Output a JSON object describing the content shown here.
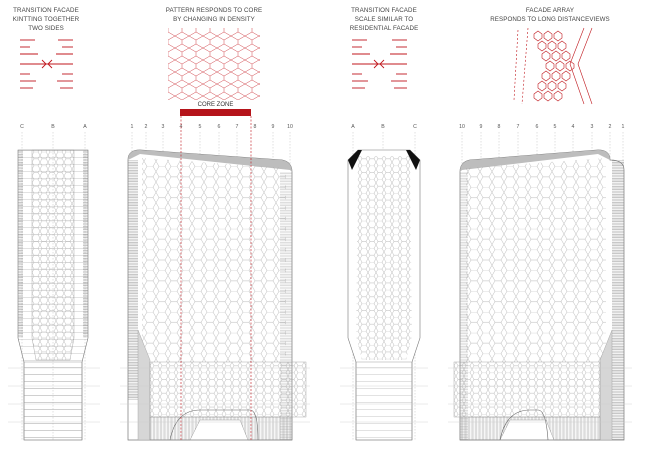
{
  "captions": {
    "c1": [
      "TRANSITION FACADE",
      "KINTTING TOGETHER",
      "TWO SIDES"
    ],
    "c2": [
      "PATTERN RESPONDS TO CORE",
      "BY CHANGING IN DENSITY"
    ],
    "c3": [
      "TRANSITION FACADE",
      "SCALE SIMILAR TO",
      "RESIDENTIAL FACADE"
    ],
    "c4": [
      "FACADE ARRAY",
      "RESPONDS TO LONG DISTANCEVIEWS"
    ]
  },
  "core_zone_label": "CORE ZONE",
  "grids": {
    "e1": [
      "C",
      "B",
      "A"
    ],
    "e2": [
      "1",
      "2",
      "3",
      "4",
      "5",
      "6",
      "7",
      "8",
      "9",
      "10"
    ],
    "e3": [
      "A",
      "B",
      "C"
    ],
    "e4": [
      "10",
      "9",
      "8",
      "7",
      "6",
      "5",
      "4",
      "3",
      "2",
      "1"
    ]
  },
  "colors": {
    "accent": "#c0171d",
    "line": "#8a8a8a",
    "text": "#444444"
  }
}
